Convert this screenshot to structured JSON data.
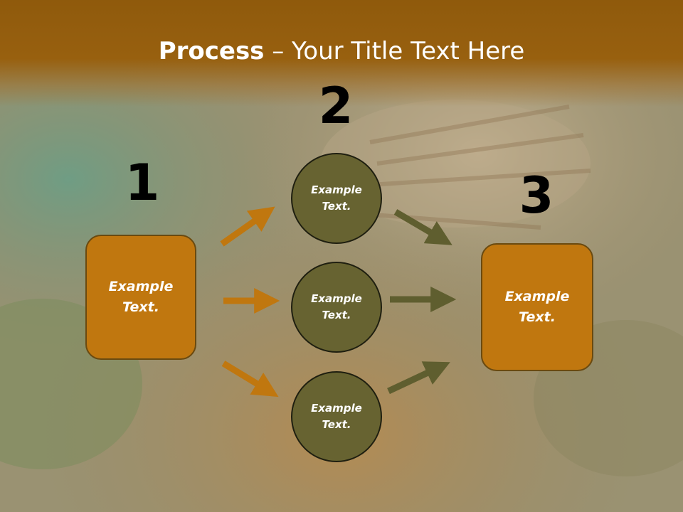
{
  "title": {
    "bold": "Process",
    "rest": " – Your Title Text Here"
  },
  "numbers": [
    "1",
    "2",
    "3"
  ],
  "left_box": {
    "line1": "Example",
    "line2": "Text."
  },
  "circles": [
    {
      "line1": "Example",
      "line2": "Text."
    },
    {
      "line1": "Example",
      "line2": "Text."
    },
    {
      "line1": "Example",
      "line2": "Text."
    }
  ],
  "right_box": {
    "line1": "Example",
    "line2": "Text."
  },
  "colors": {
    "title_bar": "#98600f",
    "box": "#c0770f",
    "circle": "#676331",
    "arrow_left": "#c0770f",
    "arrow_right": "#5f5e2f"
  }
}
